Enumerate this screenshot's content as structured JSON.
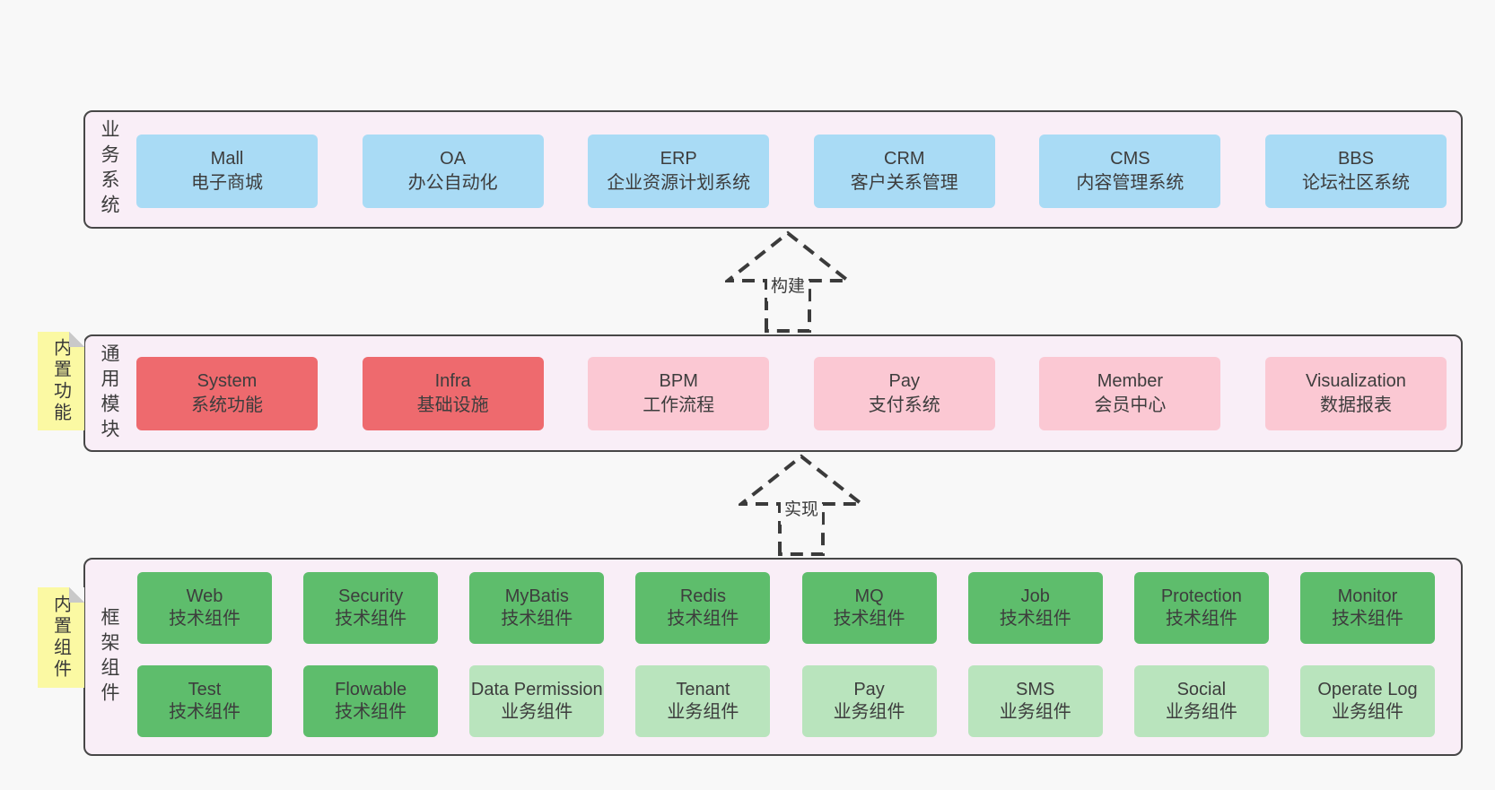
{
  "palette": {
    "page_bg": "#f8f8f8",
    "layer_bg": "#f9eef7",
    "layer_border": "#474747",
    "blue": "#a9dbf5",
    "red": "#ee6a6e",
    "pink": "#fbc8d3",
    "green": "#5ebd6c",
    "light_green": "#b9e4bd",
    "yellow": "#fbf9a3",
    "fold_gray": "#c9c9c9",
    "arrow": "#3b3b3b",
    "text": "#3d3d3d"
  },
  "layers": [
    {
      "label": "业务系统",
      "boxes": [
        {
          "en": "Mall",
          "zh": "电子商城"
        },
        {
          "en": "OA",
          "zh": "办公自动化"
        },
        {
          "en": "ERP",
          "zh": "企业资源计划系统"
        },
        {
          "en": "CRM",
          "zh": "客户关系管理"
        },
        {
          "en": "CMS",
          "zh": "内容管理系统"
        },
        {
          "en": "BBS",
          "zh": "论坛社区系统"
        }
      ]
    },
    {
      "label": "通用模块",
      "tag": "内置功能",
      "boxes": [
        {
          "en": "System",
          "zh": "系统功能"
        },
        {
          "en": "Infra",
          "zh": "基础设施"
        },
        {
          "en": "BPM",
          "zh": "工作流程"
        },
        {
          "en": "Pay",
          "zh": "支付系统"
        },
        {
          "en": "Member",
          "zh": "会员中心"
        },
        {
          "en": "Visualization",
          "zh": "数据报表"
        }
      ]
    },
    {
      "label": "框架组件",
      "tag": "内置组件",
      "rows": [
        [
          {
            "en": "Web",
            "zh": "技术组件"
          },
          {
            "en": "Security",
            "zh": "技术组件"
          },
          {
            "en": "MyBatis",
            "zh": "技术组件"
          },
          {
            "en": "Redis",
            "zh": "技术组件"
          },
          {
            "en": "MQ",
            "zh": "技术组件"
          },
          {
            "en": "Job",
            "zh": "技术组件"
          },
          {
            "en": "Protection",
            "zh": "技术组件"
          },
          {
            "en": "Monitor",
            "zh": "技术组件"
          }
        ],
        [
          {
            "en": "Test",
            "zh": "技术组件"
          },
          {
            "en": "Flowable",
            "zh": "技术组件"
          },
          {
            "en": "Data Permission",
            "zh": "业务组件"
          },
          {
            "en": "Tenant",
            "zh": "业务组件"
          },
          {
            "en": "Pay",
            "zh": "业务组件"
          },
          {
            "en": "SMS",
            "zh": "业务组件"
          },
          {
            "en": "Social",
            "zh": "业务组件"
          },
          {
            "en": "Operate Log",
            "zh": "业务组件"
          }
        ]
      ]
    }
  ],
  "arrows": [
    {
      "label": "构建"
    },
    {
      "label": "实现"
    }
  ]
}
